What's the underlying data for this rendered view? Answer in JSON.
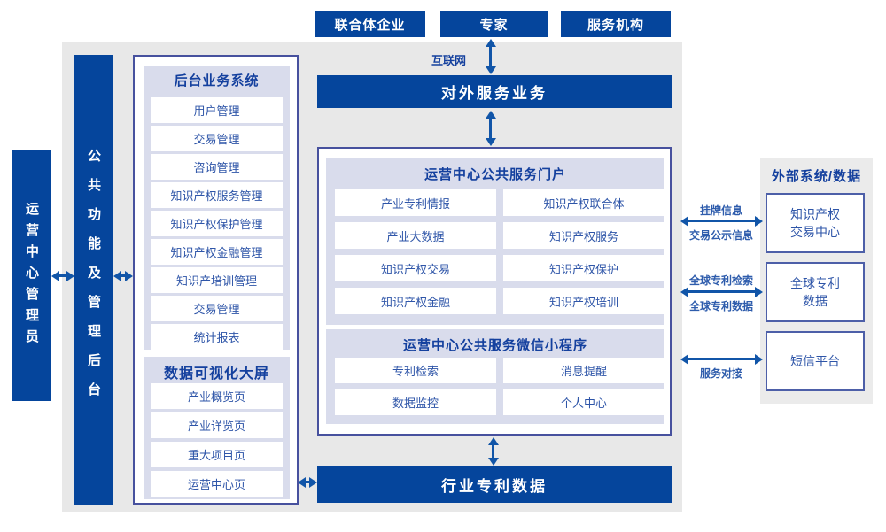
{
  "top_actors": [
    "联合体企业",
    "专家",
    "服务机构"
  ],
  "internet_label": "互联网",
  "external_service_bar": "对外服务业务",
  "industry_data_bar": "行业专利数据",
  "left_rail": {
    "admin_bar": "运营中心管理员",
    "backend_bar": "公共功能及管理后台"
  },
  "backend_panel": {
    "title": "后台业务系统",
    "items": [
      "用户管理",
      "交易管理",
      "咨询管理",
      "知识产权服务管理",
      "知识产权保护管理",
      "知识产权金融管理",
      "知识产培训管理",
      "交易管理",
      "统计报表"
    ]
  },
  "dashboard_panel": {
    "title": "数据可视化大屏",
    "items": [
      "产业概览页",
      "产业详览页",
      "重大项目页",
      "运营中心页"
    ]
  },
  "portal_panel": {
    "title": "运营中心公共服务门户",
    "items": [
      "产业专利情报",
      "知识产权联合体",
      "产业大数据",
      "知识产权服务",
      "知识产权交易",
      "知识产权保护",
      "知识产权金融",
      "知识产权培训"
    ]
  },
  "miniprogram_panel": {
    "title": "运营中心公共服务微信小程序",
    "items": [
      "专利检索",
      "消息提醒",
      "数据监控",
      "个人中心"
    ]
  },
  "external_panel": {
    "title": "外部系统/数据",
    "boxes": [
      "知识产权\n交易中心",
      "全球专利\n数据",
      "短信平台"
    ]
  },
  "links": {
    "listing_top": "挂牌信息",
    "listing_bottom": "交易公示信息",
    "patent_search_top": "全球专利检索",
    "patent_data_bottom": "全球专利数据",
    "service_bottom": "服务对接"
  },
  "colors": {
    "primary_blue": "#05459c",
    "arrow_blue": "#1155a8",
    "panel_lavender": "#d9dcec",
    "border_navy": "#47519e",
    "background_gray": "#e8e8e8",
    "item_text": "#2e55a8",
    "title_text": "#14409e"
  }
}
